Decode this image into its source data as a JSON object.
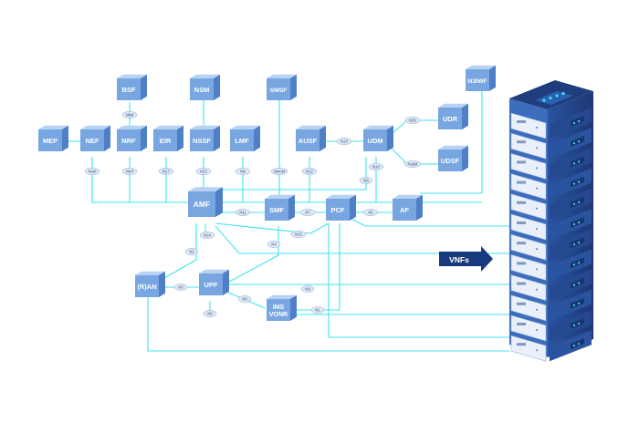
{
  "nodes": {
    "bsf": "BSF",
    "nsm": "NSM",
    "smsf": "SMSF",
    "n3iwf": "N3IWF",
    "mep": "MEP",
    "nef": "NEF",
    "nrf": "NRF",
    "eir": "EIR",
    "nssf": "NSSF",
    "lmf": "LMF",
    "ausf": "AUSF",
    "udm": "UDM",
    "udr": "UDR",
    "udsf": "UDSF",
    "amf": "AMF",
    "smf": "SMF",
    "pcf": "PCF",
    "af": "AF",
    "ran": "(R)AN",
    "upf": "UPF",
    "ims_line1": "IMS",
    "ims_line2": "VONR"
  },
  "interfaces": {
    "nbsf": "Nbsf",
    "nnef": "Nnef",
    "nnrf": "Nnrf",
    "n17": "N17",
    "n22": "N22",
    "nls": "Nls",
    "nsmsf": "Nsmsf",
    "n12": "N12",
    "n13": "N13",
    "n8": "N8",
    "n10": "N10",
    "n35": "N35",
    "nudsf": "Nudsf",
    "n15": "N15",
    "n11": "N11",
    "n14": "N14",
    "n7": "N7",
    "n5": "N5",
    "n2": "N2",
    "n4": "N4",
    "n3": "N3",
    "n9": "N9",
    "n6": "N6",
    "n1": "N1"
  },
  "banner": {
    "label": "VNFs"
  },
  "colors": {
    "line": "#3ee6ec",
    "cube_front": "#78a6e0",
    "cube_side": "#4f7fc6",
    "cube_top": "#b8d2f4",
    "server_dark": "#1f3c7c",
    "server_mid": "#3a68b6",
    "banner": "#173a7e",
    "led": "#37e2f0"
  }
}
